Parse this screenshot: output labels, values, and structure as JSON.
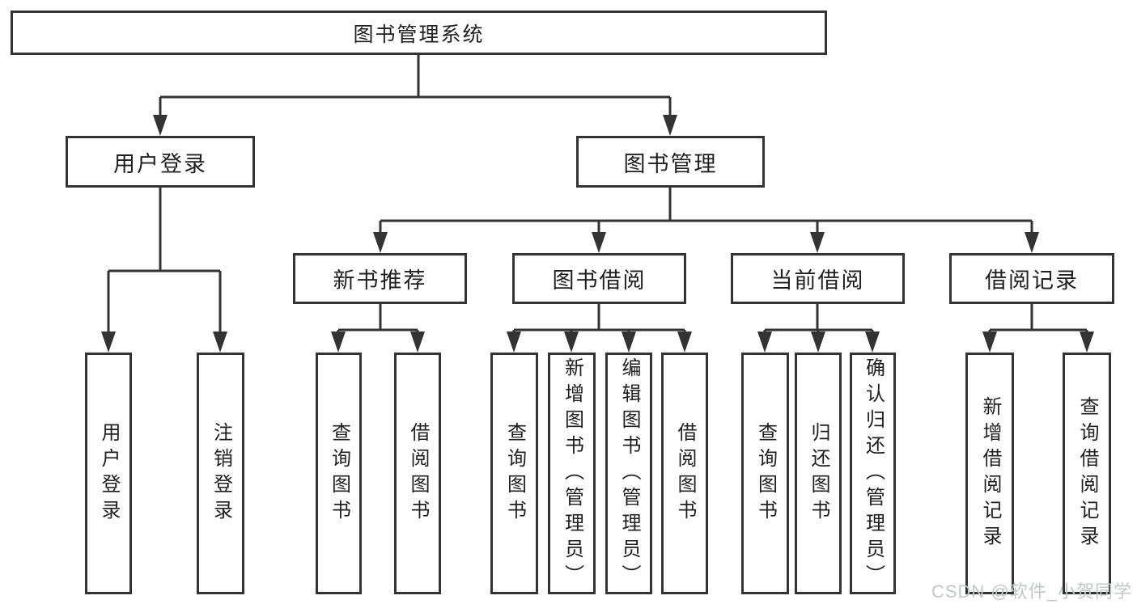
{
  "diagram": {
    "type": "hierarchy-tree",
    "colors": {
      "line": "#333333",
      "box_border": "#333333",
      "box_background": "#ffffff",
      "text": "#1f1f1f",
      "watermark_text": "#c3c6ca"
    }
  },
  "tree": {
    "label": "图书管理系统",
    "children": [
      {
        "label": "用户登录",
        "children": [
          {
            "label": "用户登录"
          },
          {
            "label": "注销登录"
          }
        ]
      },
      {
        "label": "图书管理",
        "children": [
          {
            "label": "新书推荐",
            "children": [
              {
                "label": "查询图书"
              },
              {
                "label": "借阅图书"
              }
            ]
          },
          {
            "label": "图书借阅",
            "children": [
              {
                "label": "查询图书"
              },
              {
                "label": "新增图书（管理员）"
              },
              {
                "label": "编辑图书（管理员）"
              },
              {
                "label": "借阅图书"
              }
            ]
          },
          {
            "label": "当前借阅",
            "children": [
              {
                "label": "查询图书"
              },
              {
                "label": "归还图书"
              },
              {
                "label": "确认归还（管理员）"
              }
            ]
          },
          {
            "label": "借阅记录",
            "children": [
              {
                "label": "新增借阅记录"
              },
              {
                "label": "查询借阅记录"
              }
            ]
          }
        ]
      }
    ]
  },
  "watermark": {
    "text": "CSDN @软件_小贺同学"
  }
}
